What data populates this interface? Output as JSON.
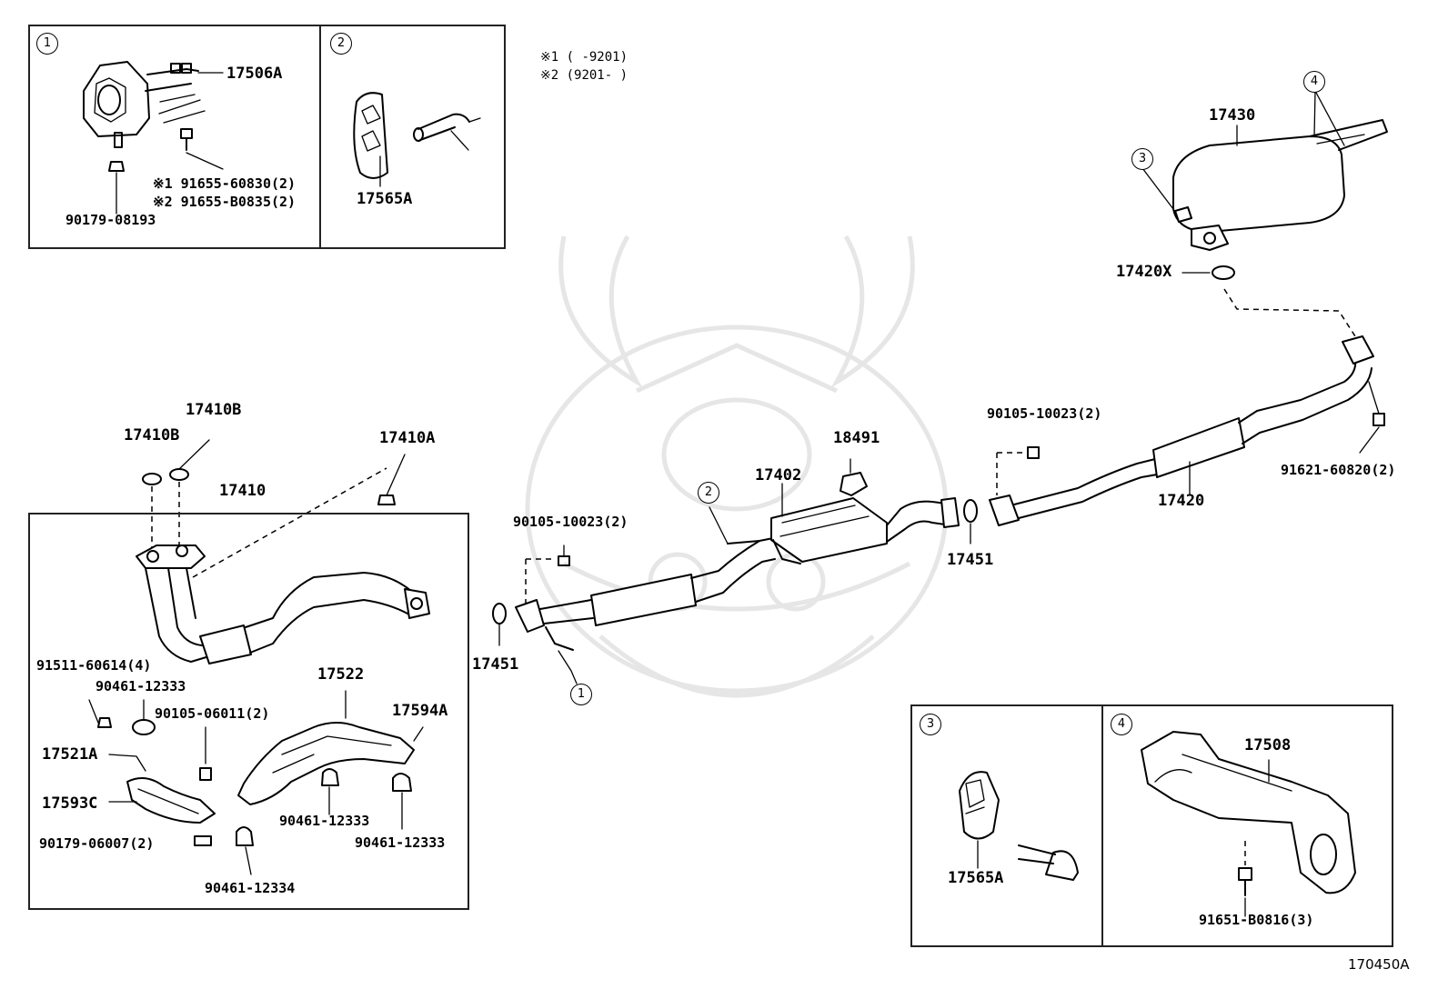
{
  "inset_markers": [
    "1",
    "2",
    "3",
    "4"
  ],
  "notes": {
    "note1": "※1 (     -9201)",
    "note2": "※2 (9201-     )"
  },
  "inset1": {
    "marker": "1",
    "labels": {
      "mount": "17506A",
      "bolt1": "※1 91655-60830(2)",
      "bolt2": "※2 91655-B0835(2)",
      "nut": "90179-08193"
    }
  },
  "inset2": {
    "marker": "2",
    "labels": {
      "hanger": "17565A"
    }
  },
  "inset3": {
    "marker": "3",
    "labels": {
      "hanger": "17565A"
    }
  },
  "inset4": {
    "marker": "4",
    "labels": {
      "bracket": "17508",
      "bolt": "91651-B0816(3)"
    }
  },
  "front_pipe_group": {
    "labels": {
      "gasket_b_left": "17410B",
      "gasket_b_right": "17410B",
      "nut_a": "17410A",
      "front_pipe": "17410",
      "stud": "91511-60614(4)",
      "clamp_a": "90461-12333",
      "bolt_small": "90105-06011(2)",
      "insulator_a": "17521A",
      "insulator_c": "17593C",
      "nut_small": "90179-06007(2)",
      "clamp_b": "90461-12334",
      "insulator": "17522",
      "insulator_sub": "17594A",
      "clamp_c": "90461-12333",
      "clamp_d": "90461-12333"
    }
  },
  "center": {
    "labels": {
      "bolt_center": "90105-10023(2)",
      "gasket_left": "17451",
      "converter": "17402",
      "heat_insulator": "18491",
      "gasket_right": "17451",
      "bolt_right": "90105-10023(2)",
      "tail_pipe": "17420",
      "bolt_tail": "91621-60820(2)",
      "ring": "17420X",
      "muffler": "17430"
    },
    "callouts": [
      "1",
      "2",
      "3",
      "4"
    ]
  },
  "figure_code": "170450A"
}
